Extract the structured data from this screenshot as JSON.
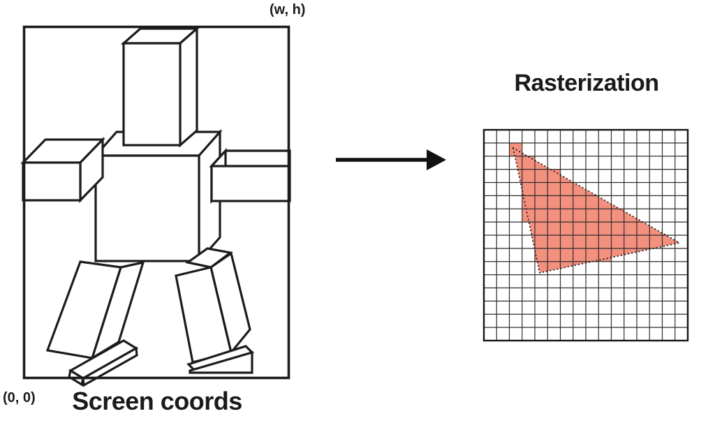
{
  "labels": {
    "wh": "(w, h)",
    "origin": "(0, 0)",
    "screen_caption": "Screen coords",
    "raster_title": "Rasterization"
  },
  "colors": {
    "pixel_fill": "#F4907E",
    "outline": "#1c1c1c",
    "grid_line": "#2e2e2e",
    "grid_border": "#161616"
  },
  "raster": {
    "grid": {
      "cols": 16,
      "rows": 16
    },
    "triangle_cells": [
      [
        2.3,
        1.38
      ],
      [
        4.38,
        10.86
      ],
      [
        15.34,
        8.58
      ]
    ],
    "filled_cells": [
      {
        "row": 1,
        "from": 2,
        "to": 2
      },
      {
        "row": 2,
        "from": 3,
        "to": 3
      },
      {
        "row": 3,
        "from": 3,
        "to": 5
      },
      {
        "row": 4,
        "from": 3,
        "to": 6
      },
      {
        "row": 5,
        "from": 3,
        "to": 8
      },
      {
        "row": 6,
        "from": 3,
        "to": 10
      },
      {
        "row": 7,
        "from": 4,
        "to": 11
      },
      {
        "row": 8,
        "from": 4,
        "to": 12
      },
      {
        "row": 9,
        "from": 4,
        "to": 9
      }
    ]
  }
}
